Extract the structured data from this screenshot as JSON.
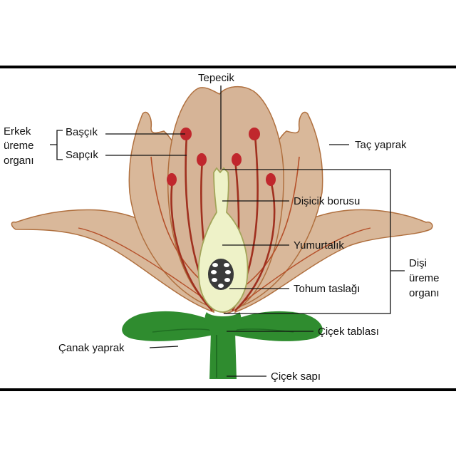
{
  "labels": {
    "tepecik": "Tepecik",
    "erkek_line1": "Erkek",
    "erkek_line2": "üreme",
    "erkek_line3": "organı",
    "bascik": "Başçık",
    "sapcik": "Sapçık",
    "tac_yaprak": "Taç yaprak",
    "disicik_borusu": "Dişicik borusu",
    "yumurtalik": "Yumurtalık",
    "disi_line1": "Dişi",
    "disi_line2": "üreme",
    "disi_line3": "organı",
    "tohum_taslagi": "Tohum taslağı",
    "cicek_tablasi": "Çiçek tablası",
    "canak_yaprak": "Çanak yaprak",
    "cicek_sapi": "Çiçek sapı"
  },
  "colors": {
    "petal_fill": "#d9b89a",
    "petal_edge": "#b0703f",
    "vein": "#b5502a",
    "filament": "#a0301f",
    "anther": "#c0272d",
    "pistil_fill": "#eef2c8",
    "pistil_edge": "#a3a55a",
    "sepal": "#2f8c2f",
    "sepal_dark": "#1f6e22",
    "frame": "#000000"
  }
}
